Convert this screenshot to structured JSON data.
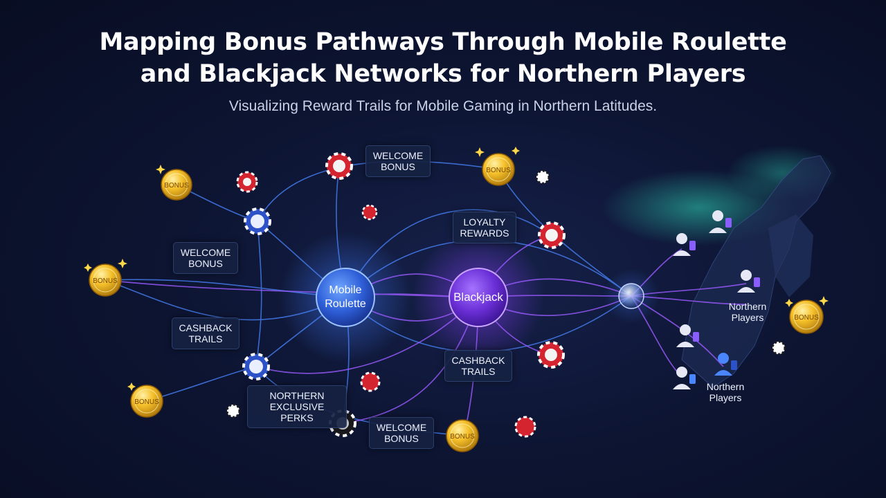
{
  "title_line1": "Mapping Bonus Pathways Through Mobile Roulette",
  "title_line2": "and Blackjack Networks for Northern Players",
  "subtitle": "Visualizing Reward Trails for Mobile Gaming in Northern Latitudes.",
  "hubs": {
    "roulette": {
      "line1": "Mobile",
      "line2": "Roulette"
    },
    "blackjack": {
      "label": "Blackjack"
    }
  },
  "labels": {
    "welcome_top": {
      "line1": "WELCOME",
      "line2": "BONUS"
    },
    "welcome_left": {
      "line1": "WELCOME",
      "line2": "BONUS"
    },
    "cashback_left": {
      "line1": "CASHBACK",
      "line2": "TRAILS"
    },
    "loyalty": {
      "line1": "LOYALTY",
      "line2": "REWARDS"
    },
    "cashback_mid": {
      "line1": "CASHBACK",
      "line2": "TRAILS"
    },
    "northern_perks": {
      "line1": "NORTHERN",
      "line2": "EXCLUSIVE PERKS"
    },
    "welcome_bottom": {
      "line1": "WELCOME",
      "line2": "BONUS"
    }
  },
  "players": {
    "group1": {
      "line1": "Northern",
      "line2": "Players"
    },
    "group2": {
      "line1": "Northern",
      "line2": "Players"
    }
  },
  "coin_text": "BONUS",
  "colors": {
    "blue_glow": "#3f7bff",
    "purple_glow": "#8a3dff",
    "coin_gold": "#f5c02a",
    "chip_red": "#d3242f",
    "chip_blue": "#2d52c8"
  },
  "icons": [
    "bonus-coin-icon",
    "roulette-chip-icon",
    "blackjack-chip-icon",
    "player-phone-icon",
    "sparkle-icon",
    "aurora-map-icon"
  ]
}
